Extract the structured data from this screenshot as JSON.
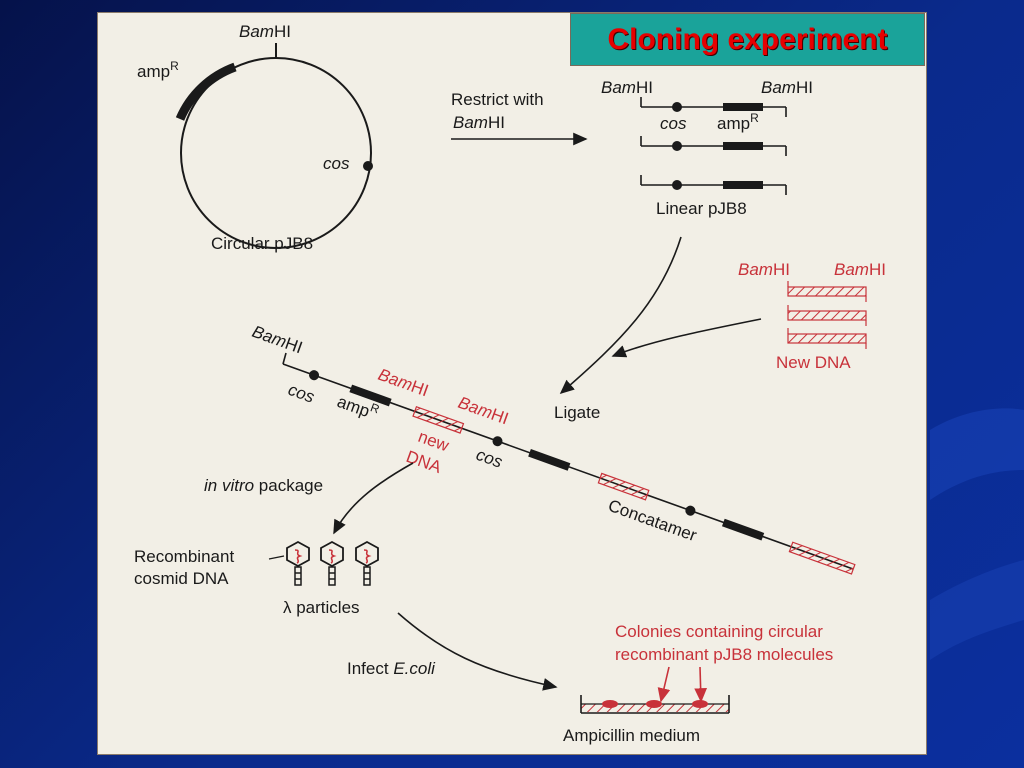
{
  "slide": {
    "title": "Cloning experiment",
    "colors": {
      "background": "#0a2a8c",
      "title_box": "#1aa39a",
      "title_text": "#e60000",
      "accent_red": "#c8323a"
    }
  },
  "diagram": {
    "bamhi_italic": "Bam",
    "bamhi_suffix": "HI",
    "amp_label": "amp",
    "amp_superscript": "R",
    "cos_label": "cos",
    "circular_caption": "Circular pJB8",
    "restrict_line1": "Restrict with",
    "restrict_line2_suffix": "HI",
    "linear_caption": "Linear pJB8",
    "new_dna_caption": "New DNA",
    "ligate_label": "Ligate",
    "new_dna_line1": "new",
    "new_dna_line2": "DNA",
    "concatamer_label": "Concatamer",
    "in_vitro_italic": "in vitro",
    "in_vitro_rest": " package",
    "recombinant_line1": "Recombinant",
    "recombinant_line2": "cosmid DNA",
    "lambda_particles": "λ particles",
    "infect_prefix": "Infect ",
    "infect_italic": "E.coli",
    "colonies_line1": "Colonies containing circular",
    "colonies_line2": "recombinant pJB8 molecules",
    "ampicillin_caption": "Ampicillin medium"
  }
}
